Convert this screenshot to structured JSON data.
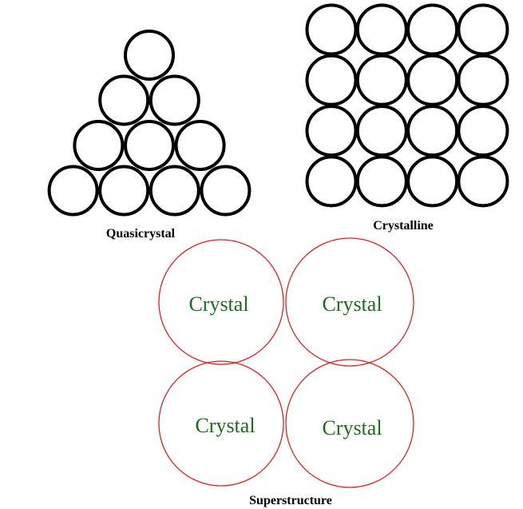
{
  "panels": {
    "quasicrystal": {
      "label": "Quasicrystal",
      "rows": 4
    },
    "crystalline": {
      "label": "Crystalline",
      "rows": 4,
      "cols": 4
    },
    "superstructure": {
      "label": "Superstructure",
      "cells": [
        "Crystal",
        "Crystal",
        "Crystal",
        "Crystal"
      ]
    }
  },
  "colors": {
    "atom_stroke": "#000000",
    "cell_stroke": "#e02020",
    "cell_text": "#1a6e1a"
  }
}
